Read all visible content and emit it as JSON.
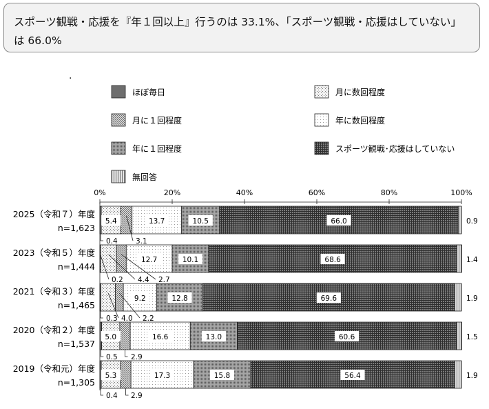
{
  "headline": {
    "line1": "スポーツ観戦・応援を『年１回以上』行うのは 33.1%、「スポーツ観戦・応援はしていない」",
    "line2": "は 66.0%"
  },
  "stray_mark": ".",
  "chart_data": {
    "type": "bar",
    "orientation": "horizontal-stacked-100",
    "xlim": [
      0,
      100
    ],
    "x_ticks": [
      "0%",
      "20%",
      "40%",
      "60%",
      "80%",
      "100%"
    ],
    "legend": [
      {
        "key": "daily",
        "label": "ほぼ毎日"
      },
      {
        "key": "monthly_several",
        "label": "月に数回程度"
      },
      {
        "key": "monthly_once",
        "label": "月に１回程度"
      },
      {
        "key": "yearly_several",
        "label": "年に数回程度"
      },
      {
        "key": "yearly_once",
        "label": "年に１回程度"
      },
      {
        "key": "none",
        "label": "スポーツ観戦･応援はしていない"
      },
      {
        "key": "no_answer",
        "label": "無回答"
      }
    ],
    "categories": [
      {
        "year": "2025（令和７）年度",
        "n": "n=1,623"
      },
      {
        "year": "2023（令和５）年度",
        "n": "n=1,444"
      },
      {
        "year": "2021（令和３）年度",
        "n": "n=1,465"
      },
      {
        "year": "2020（令和２）年度",
        "n": "n=1,537"
      },
      {
        "year": "2019（令和元）年度",
        "n": "n=1,305"
      }
    ],
    "series": [
      {
        "key": "daily",
        "values": [
          0.4,
          0.2,
          0.3,
          0.5,
          0.4
        ]
      },
      {
        "key": "monthly_several",
        "values": [
          5.4,
          4.4,
          4.0,
          5.0,
          5.3
        ]
      },
      {
        "key": "monthly_once",
        "values": [
          3.1,
          2.7,
          2.2,
          2.9,
          2.9
        ]
      },
      {
        "key": "yearly_several",
        "values": [
          13.7,
          12.7,
          9.2,
          16.6,
          17.3
        ]
      },
      {
        "key": "yearly_once",
        "values": [
          10.5,
          10.1,
          12.8,
          13.0,
          15.8
        ]
      },
      {
        "key": "none",
        "values": [
          66.0,
          68.6,
          69.6,
          60.6,
          56.4
        ]
      },
      {
        "key": "no_answer",
        "values": [
          0.9,
          1.4,
          1.9,
          1.5,
          1.9
        ]
      }
    ]
  }
}
